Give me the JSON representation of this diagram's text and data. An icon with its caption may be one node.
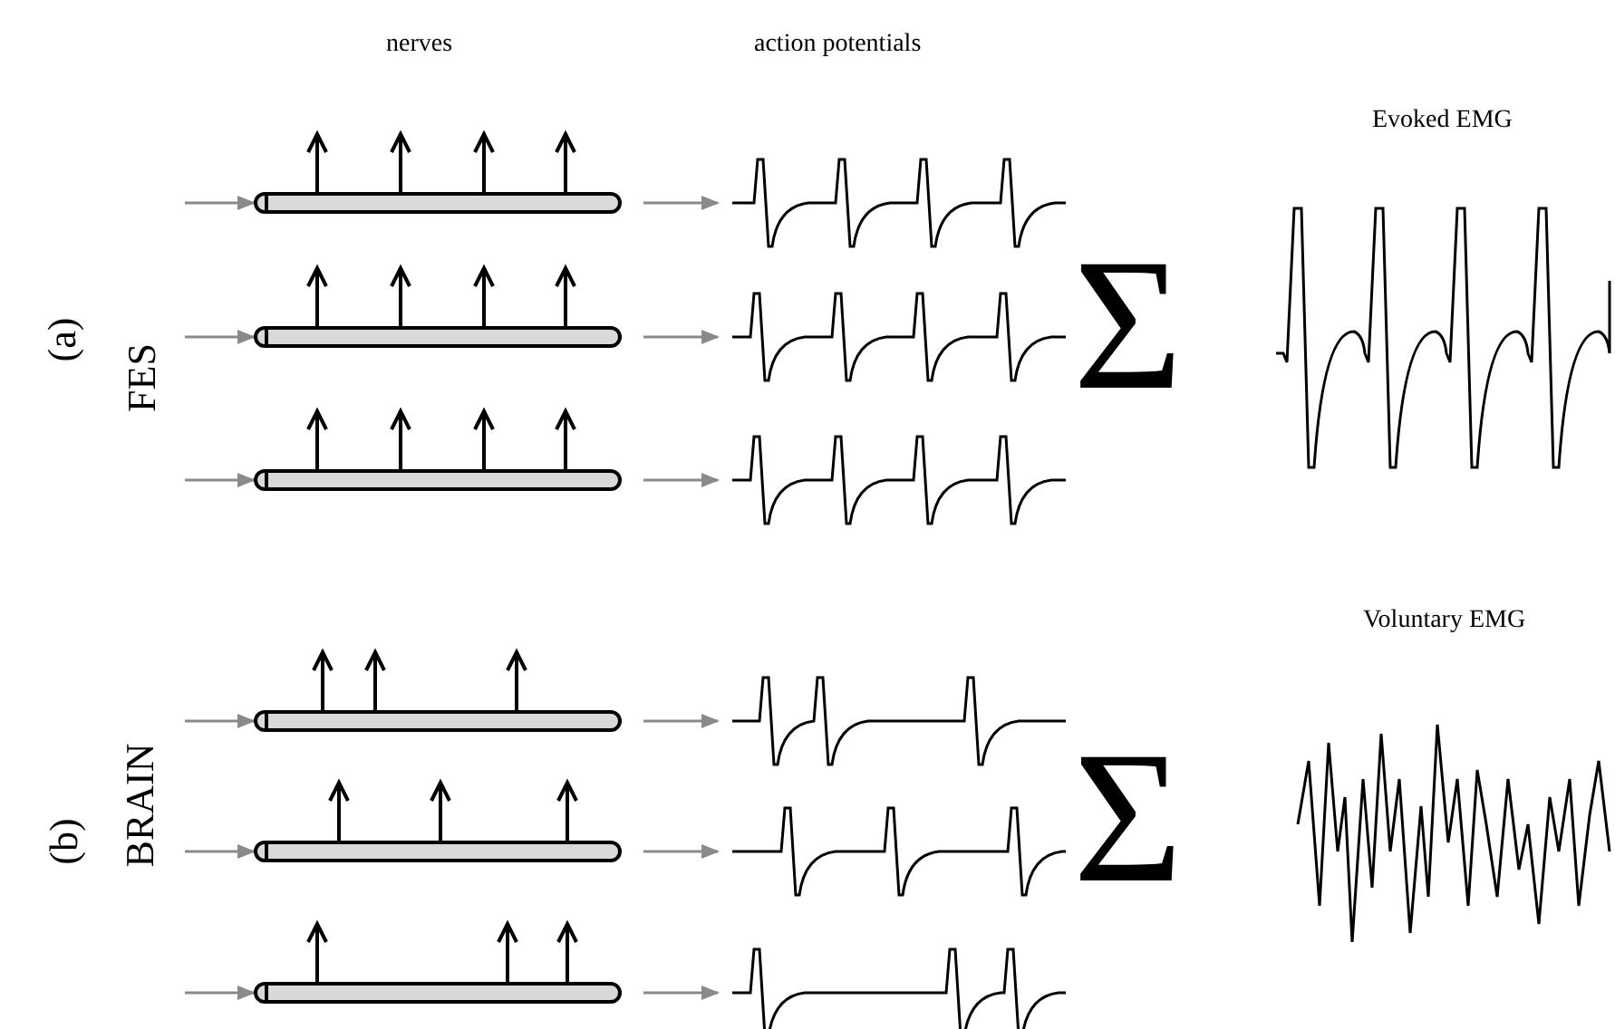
{
  "diagram": {
    "nodes": [
      {
        "text": [],
        "shape": "cylinder"
      },
      {
        "text": [],
        "shape": "picture"
      },
      {
        "text": [],
        "shape": "cylinder"
      },
      {
        "text": [],
        "shape": "picture"
      },
      {
        "text": [],
        "shape": "cylinder"
      },
      {
        "text": [],
        "shape": "picture"
      },
      {
        "text": [],
        "shape": "cylinder"
      },
      {
        "text": [],
        "shape": "picture"
      },
      {
        "text": [],
        "shape": "cylinder"
      },
      {
        "text": [],
        "shape": "picture"
      },
      {
        "text": [],
        "shape": "cylinder"
      },
      {
        "text": [],
        "shape": "picture"
      }
    ],
    "edges": [
      {
        "from": null,
        "to": 0,
        "arrow": "to"
      },
      {
        "from": 0,
        "to": 1,
        "arrow": "to"
      },
      {
        "from": null,
        "to": 2,
        "arrow": "to"
      },
      {
        "from": 2,
        "to": 3,
        "arrow": "to"
      },
      {
        "from": null,
        "to": 4,
        "arrow": "to"
      },
      {
        "from": 4,
        "to": 5,
        "arrow": "to"
      },
      {
        "from": null,
        "to": 6,
        "arrow": "to"
      },
      {
        "from": 6,
        "to": 7,
        "arrow": "to"
      },
      {
        "from": null,
        "to": 8,
        "arrow": "to"
      },
      {
        "from": 8,
        "to": 9,
        "arrow": "to"
      },
      {
        "from": null,
        "to": 10,
        "arrow": "to"
      },
      {
        "from": 10,
        "to": 11,
        "arrow": "to"
      }
    ],
    "labels": [
      "nerves",
      "action potentials",
      "Evoked EMG",
      "(a)",
      "FES",
      "Σ",
      "Voluntary EMG",
      "(b)",
      "BRAIN",
      "Σ"
    ]
  }
}
